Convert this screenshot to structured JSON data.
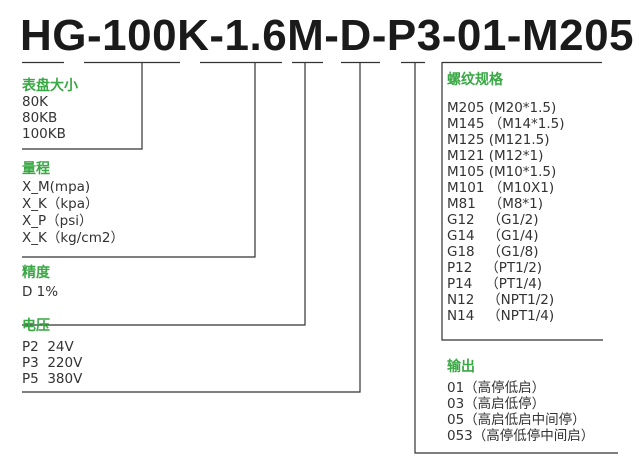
{
  "model_code": "HG-100K-1.6M-D-P3-01-M205",
  "sections": {
    "dial_size": {
      "heading": "表盘大小",
      "items": [
        "80K",
        "80KB",
        "100KB"
      ]
    },
    "range": {
      "heading": "量程",
      "items": [
        "X_M(mpa)",
        "X_K（kpa）",
        "X_P（psi）",
        "X_K（kg/cm2）"
      ]
    },
    "accuracy": {
      "heading": "精度",
      "items": [
        "D 1%"
      ]
    },
    "voltage": {
      "heading": "电压",
      "items": [
        "P2  24V",
        "P3  220V",
        "P5  380V"
      ]
    },
    "thread": {
      "heading": "螺纹规格",
      "items": [
        "M205 (M20*1.5)",
        "M145 （M14*1.5)",
        "M125 (M121.5)",
        "M121 (M12*1)",
        "M105 (M10*1.5)",
        "M101 （M10X1)",
        "M81   （M8*1)",
        "G12   （G1/2)",
        "G14   （G1/4)",
        "G18   （G1/8)",
        "P12   （PT1/2)",
        "P14   （PT1/4)",
        "N12   （NPT1/2)",
        "N14   （NPT1/4)"
      ]
    },
    "output": {
      "heading": "输出",
      "items": [
        "01（高停低启）",
        "03（高启低停）",
        "05（高启低启中间停）",
        "053（高停低停中间启）"
      ]
    }
  },
  "colors": {
    "heading": "#3aa845",
    "text": "#333333",
    "line": "#333333"
  }
}
